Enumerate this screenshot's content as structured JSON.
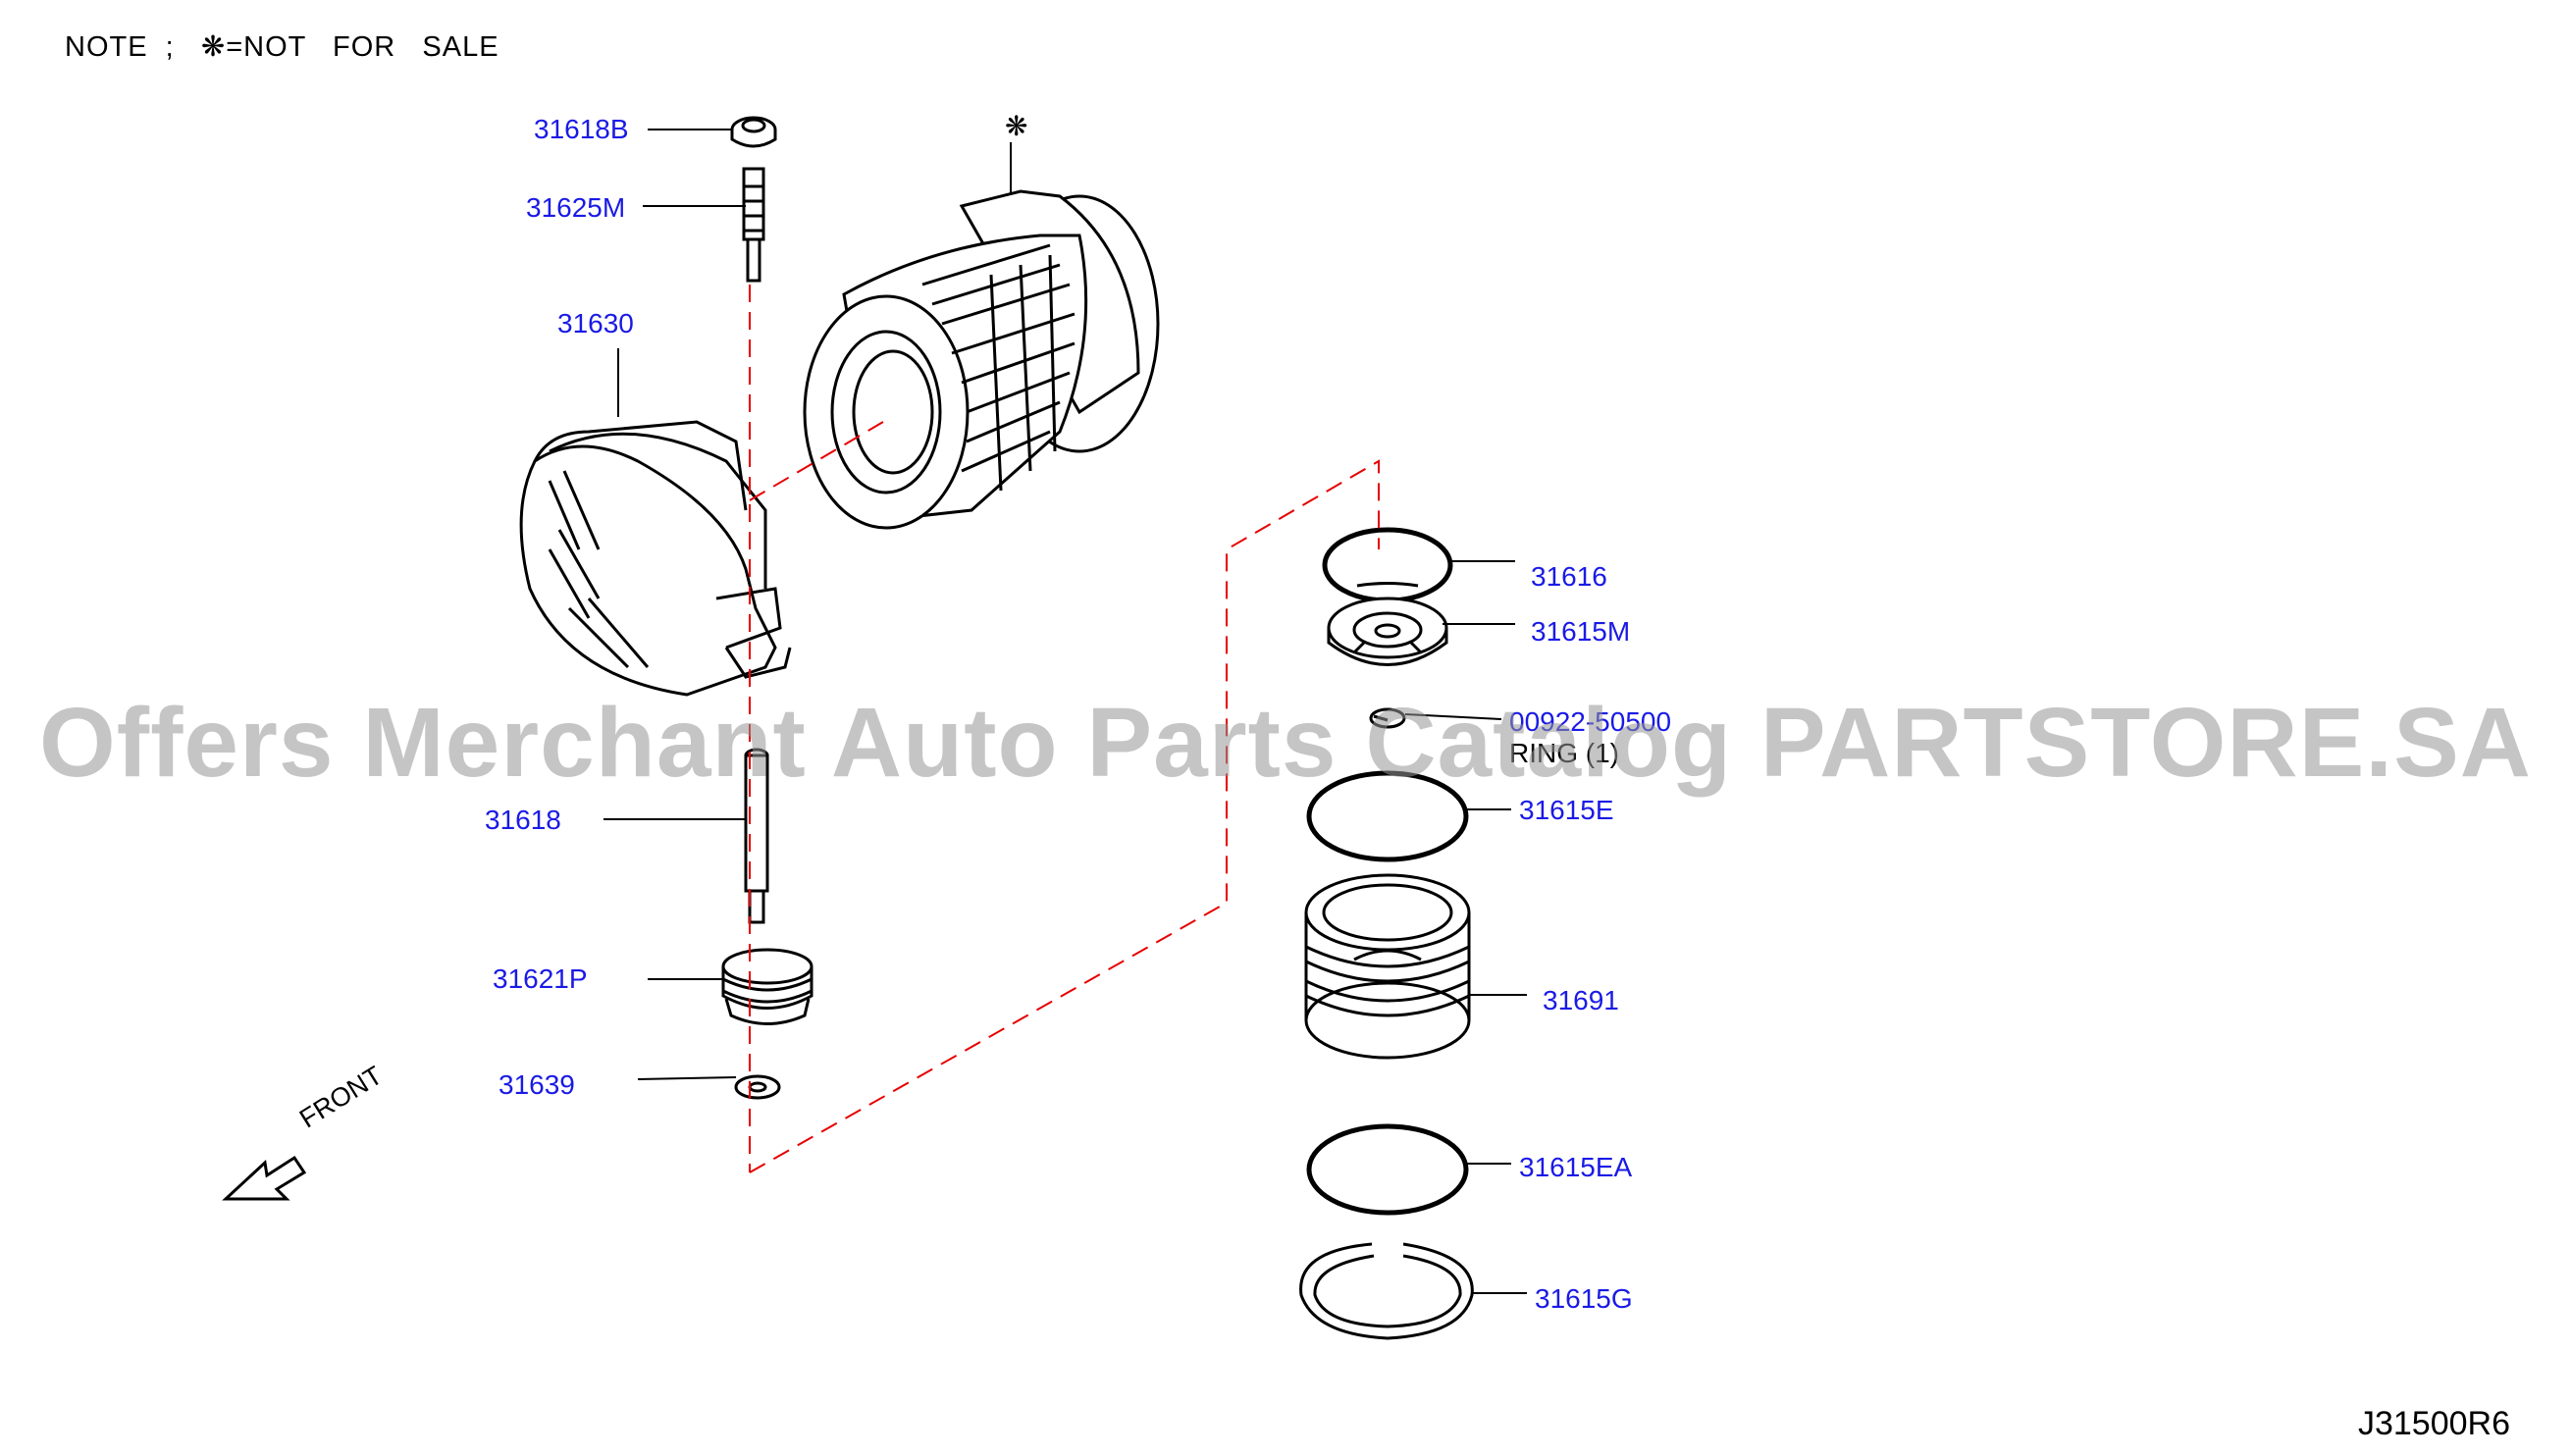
{
  "note": {
    "text": "NOTE  ;   ❋=NOT   FOR   SALE"
  },
  "not_for_sale_mark": "❋",
  "watermark": "Offers Merchant Auto Parts Catalog PARTSTORE.SA",
  "diagram_code": "J31500R6",
  "front_label": "FRONT",
  "parts": {
    "p31618B": "31618B",
    "p31625M": "31625M",
    "p31630": "31630",
    "p31618": "31618",
    "p31621P": "31621P",
    "p31639": "31639",
    "p31616": "31616",
    "p31615M": "31615M",
    "p00922": "00922-50500",
    "p00922_sub": "RING (1)",
    "p31615E": "31615E",
    "p31691": "31691",
    "p31615EA": "31615EA",
    "p31615G": "31615G"
  },
  "colors": {
    "label": "#1a1ae6",
    "line": "#000000",
    "dash": "#e60000"
  }
}
